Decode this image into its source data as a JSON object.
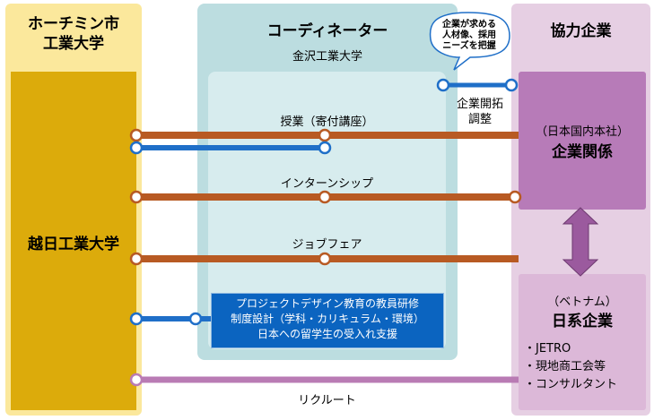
{
  "left": {
    "title_line1": "ホーチミン市",
    "title_line2": "工業大学",
    "box_label": "越日工業大学"
  },
  "middle": {
    "title": "コーディネーター",
    "subtitle": "金沢工業大学"
  },
  "right": {
    "title": "協力企業",
    "corp_sub": "（日本国内本社）",
    "corp_main": "企業関係",
    "viet_sub": "（ベトナム）",
    "viet_main": "日系企業",
    "viet_items": [
      "・JETRO",
      "・現地商工会等",
      "・コンサルタント"
    ]
  },
  "bubble": {
    "line1": "企業が求める",
    "line2": "人材像、採用",
    "line3": "ニーズを把握"
  },
  "connector_label": {
    "line1": "企業開拓",
    "line2": "調整"
  },
  "rows": {
    "lecture": "授業（寄付講座）",
    "internship": "インターンシップ",
    "jobfair": "ジョブフェア",
    "recruit": "リクルート"
  },
  "blue_box": {
    "line1": "プロジェクトデザイン教育の教員研修",
    "line2": "制度設計（学科・カリキュラム・環境）",
    "line3": "日本への留学生の受入れ支援"
  },
  "colors": {
    "orange_line": "#b85a23",
    "blue_line": "#1f6fc8",
    "purple_line": "#b97bb4",
    "arrow": "#9b5a9e"
  }
}
